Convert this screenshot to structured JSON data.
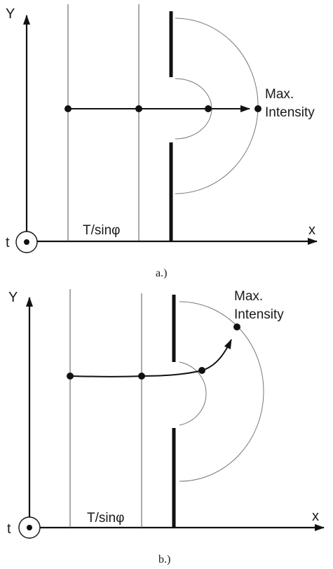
{
  "panel_a": {
    "axis_y": "Y",
    "axis_x": "x",
    "axis_t": "t",
    "thickness_label": "T/sinφ",
    "max_label_line1": "Max.",
    "max_label_line2": "Intensity",
    "caption": "a.)"
  },
  "panel_b": {
    "axis_y": "Y",
    "axis_x": "x",
    "axis_t": "t",
    "thickness_label": "T/sinφ",
    "max_label_line1": "Max.",
    "max_label_line2": "Intensity",
    "caption": "b.)"
  }
}
